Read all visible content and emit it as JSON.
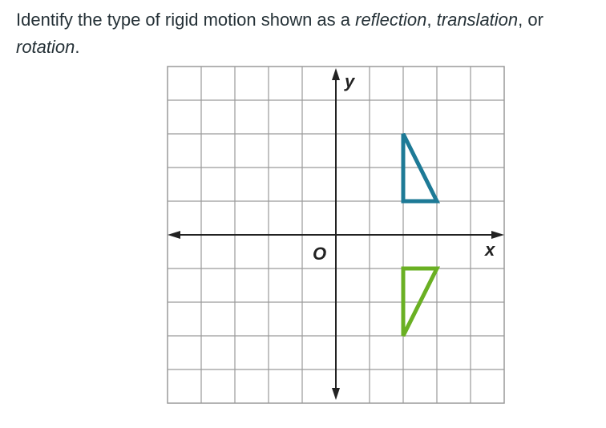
{
  "question": {
    "part1": "Identify the type of rigid motion shown as a ",
    "em1": "reflection",
    "part2": ", ",
    "em2": "translation",
    "part3": ", or",
    "em3": "rotation",
    "part4": "."
  },
  "graph": {
    "x_label": "x",
    "y_label": "y",
    "origin_label": "O",
    "x_range": [
      -5,
      5
    ],
    "y_range": [
      -5,
      5
    ],
    "grid": true,
    "triangles": [
      {
        "name": "blue-triangle",
        "color": "#1d7a96",
        "vertices": [
          [
            2,
            3
          ],
          [
            2,
            1
          ],
          [
            3,
            1
          ]
        ]
      },
      {
        "name": "green-triangle",
        "color": "#6ab023",
        "vertices": [
          [
            2,
            -1
          ],
          [
            3,
            -1
          ],
          [
            2,
            -3
          ]
        ]
      }
    ]
  }
}
